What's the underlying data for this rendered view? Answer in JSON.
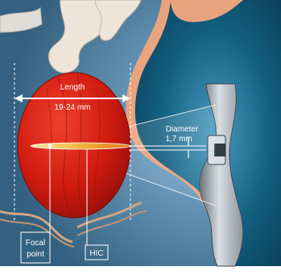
{
  "labels": {
    "length_title": "Length",
    "length_value": "19-24 mm",
    "diameter_title": "Diameter",
    "diameter_value": "1,7 mm",
    "focal_line1": "Focal",
    "focal_line2": "point",
    "hic": "HIC"
  },
  "colors": {
    "background": "#3f6f94",
    "prostate": "#d01810",
    "probe_shell": "#0d5878",
    "probe_outline": "#e9a37f",
    "tissue": "#efe7dd"
  }
}
